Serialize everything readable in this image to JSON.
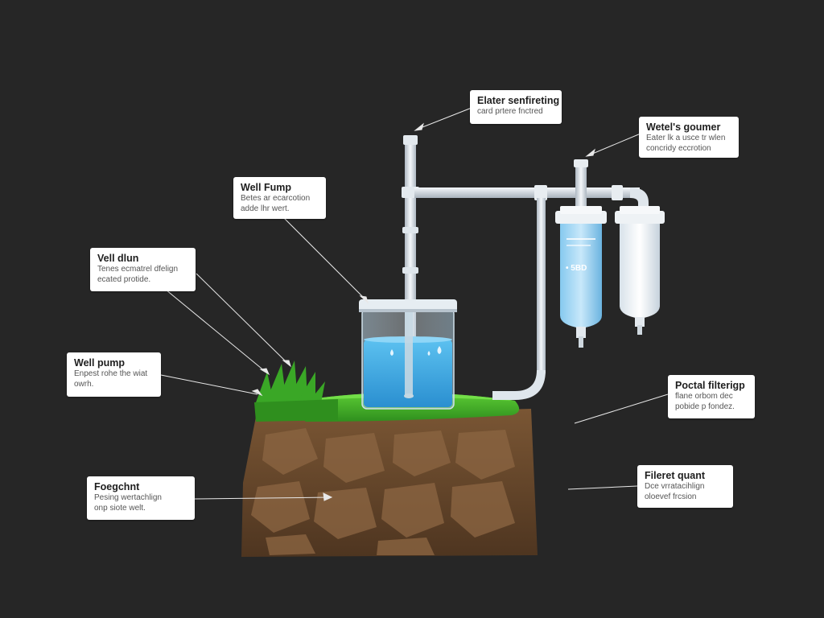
{
  "labels": [
    {
      "id": "elater",
      "title": "Elater senfireting",
      "desc": "card prtere fnctred"
    },
    {
      "id": "wetels",
      "title": "Wetel's goumer",
      "desc": "Eater lk a usce tr wlen\nconcridy eccrotion"
    },
    {
      "id": "well-fump",
      "title": "Well Fump",
      "desc": "Betes ar ecarcotion\nadde lhr wert."
    },
    {
      "id": "well-dlun",
      "title": "Vell dlun",
      "desc": "Tenes ecmatrel dfelign\necated protide."
    },
    {
      "id": "well-pump",
      "title": "Well pump",
      "desc": "Enpest rohe the wiat\nowrh."
    },
    {
      "id": "postal",
      "title": "Poctal filterigp",
      "desc": "flane orbom dec\npobide p fondez."
    },
    {
      "id": "fiferet",
      "title": "Fileret quant",
      "desc": "Dce vrratacihlign\noloevef frcsion"
    },
    {
      "id": "foegchnt",
      "title": "Foegchnt",
      "desc": "Pesing wertachlign\nonp siote welt."
    }
  ],
  "filter_text": "• 5BD",
  "colors": {
    "background": "#262626",
    "grass": "#46b62c",
    "soil": "#6b4a2e",
    "water": "#3fa7e3",
    "pipe": "#dde4ea"
  }
}
